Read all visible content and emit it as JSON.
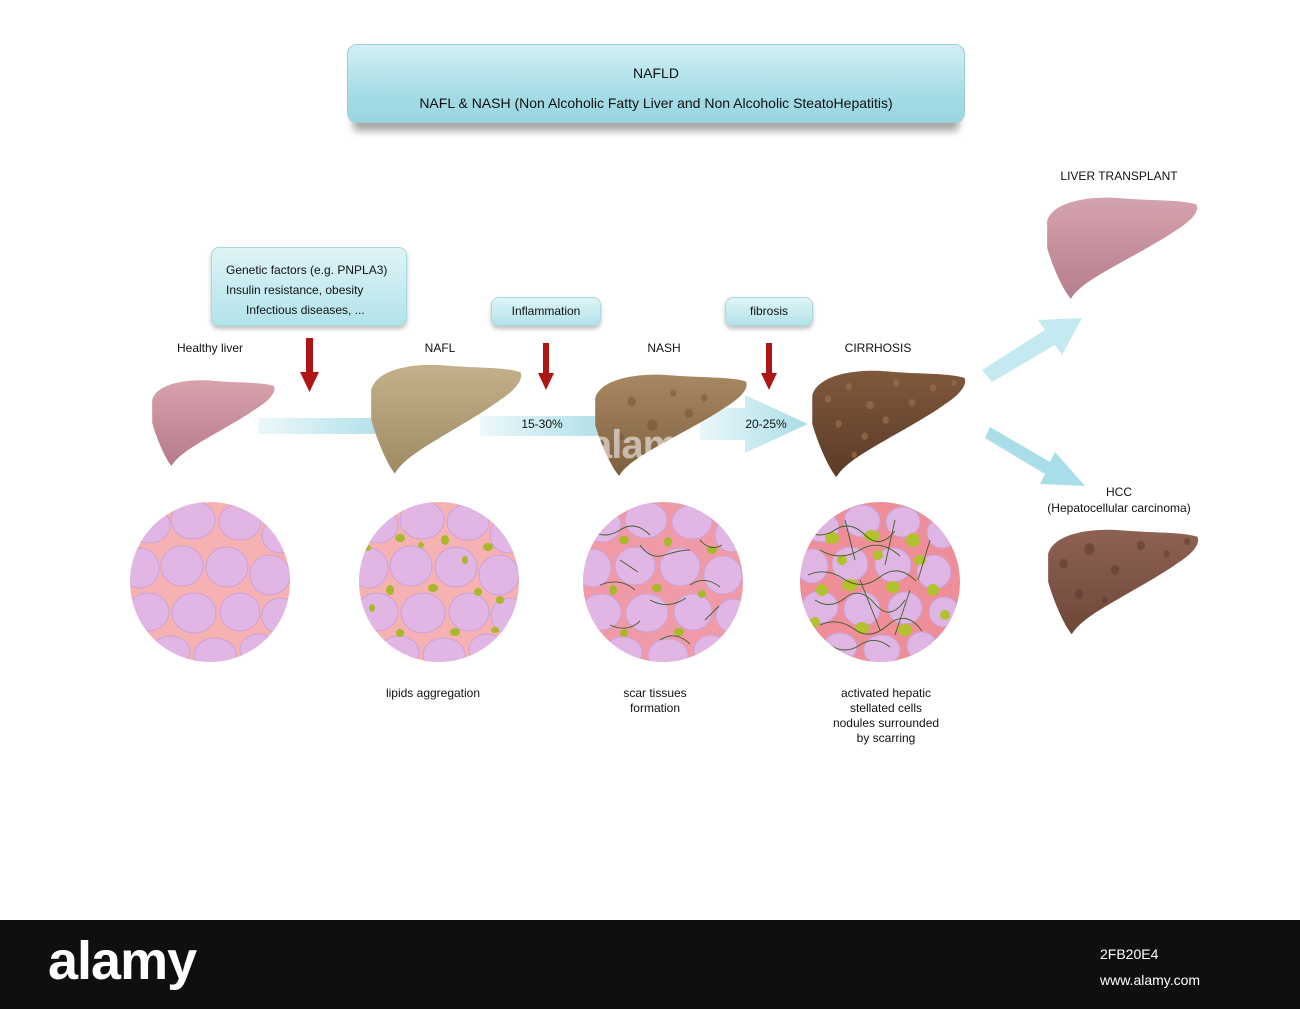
{
  "title": {
    "line1": "NAFLD",
    "line2": "NAFL & NASH (Non Alcoholic Fatty Liver  and Non Alcoholic SteatoHepatitis)"
  },
  "factors": {
    "line1": "Genetic factors (e.g. PNPLA3)",
    "line2": "Insulin resistance, obesity",
    "line3": "Infectious diseases, ..."
  },
  "triggers": {
    "inflammation": "Inflammation",
    "fibrosis": "fibrosis"
  },
  "stages": {
    "healthy": "Healthy liver",
    "nafl": "NAFL",
    "nash": "NASH",
    "cirrhosis": "CIRRHOSIS",
    "transplant": "LIVER TRANSPLANT",
    "hcc": "HCC",
    "hcc_full": "(Hepatocellular carcinoma)"
  },
  "rates": {
    "nafl_to_nash": "15-30%",
    "nash_to_cirrhosis": "20-25%"
  },
  "captions": {
    "nafl": "lipids aggregation",
    "nash_1": "scar tissues",
    "nash_2": "formation",
    "cirr_1": "activated hepatic",
    "cirr_2": "stellated cells",
    "cirr_3": "nodules surrounded",
    "cirr_4": "by scarring"
  },
  "watermark": {
    "logo": "alamy",
    "image_id": "2FB20E4",
    "url": "www.alamy.com"
  },
  "colors": {
    "healthy_liver": "#c88e9c",
    "nafl_liver": "#b49f78",
    "nash_liver": "#96774f",
    "cirrhosis_liver": "#6f4a33",
    "hcc_liver": "#7d5448",
    "arrow_blue": "#bde6ee",
    "arrow_red": "#b01515",
    "cell": "#e2b6e4",
    "tissue": "#f6b2b2",
    "lipid": "#a7b92b"
  }
}
